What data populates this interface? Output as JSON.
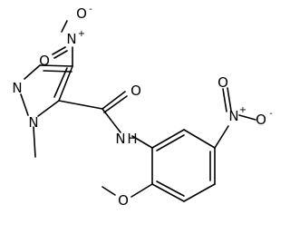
{
  "atom_labels": {
    "nitro1_N": "N",
    "nitro1_N_charge": "+",
    "nitro1_O_top": "O",
    "nitro1_O_top_charge": "-",
    "nitro1_O_bottom": "O",
    "pyrazole_N2": "N",
    "pyrazole_N1": "N",
    "methyl": "",
    "amide_O": "O",
    "amide_N": "N",
    "amide_H": "H",
    "nitro2_N": "N",
    "nitro2_N_charge": "+",
    "nitro2_O_top": "O",
    "nitro2_O_right": "O",
    "nitro2_O_right_charge": "-",
    "methoxy_O": "O"
  }
}
